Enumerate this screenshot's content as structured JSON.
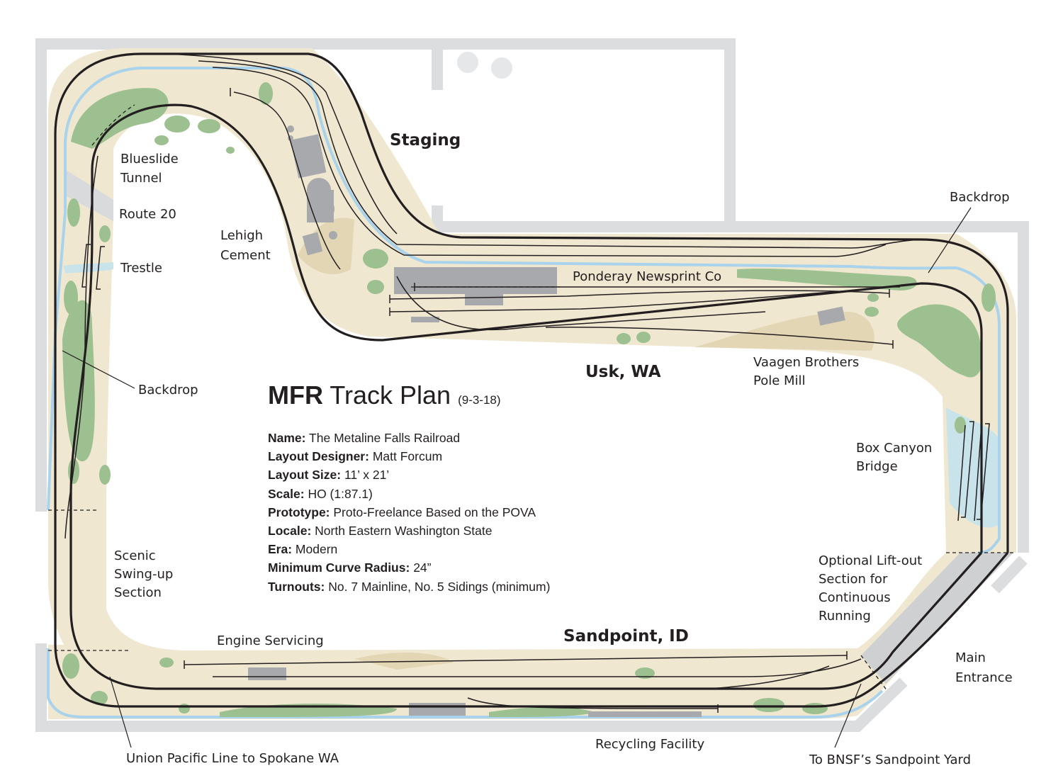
{
  "plan": {
    "title_bold": "MFR",
    "title_rest": "Track Plan",
    "date": "(9-3-18)",
    "details": [
      {
        "key": "Name:",
        "value": "The Metaline Falls Railroad"
      },
      {
        "key": "Layout Designer:",
        "value": "Matt Forcum"
      },
      {
        "key": "Layout Size:",
        "value": "11’ x 21’"
      },
      {
        "key": "Scale:",
        "value": "HO (1:87.1)"
      },
      {
        "key": "Prototype:",
        "value": "Proto-Freelance Based on the POVA"
      },
      {
        "key": "Locale:",
        "value": "North Eastern Washington State"
      },
      {
        "key": "Era:",
        "value": "Modern"
      },
      {
        "key": "Minimum Curve Radius:",
        "value": "24”"
      },
      {
        "key": "Turnouts:",
        "value": "No. 7 Mainline, No. 5 Sidings (minimum)"
      }
    ]
  },
  "labels": {
    "staging": "Staging",
    "usk": "Usk, WA",
    "sandpoint": "Sandpoint, ID",
    "blueslide_1": "Blueslide",
    "blueslide_2": "Tunnel",
    "route20": "Route 20",
    "trestle": "Trestle",
    "lehigh_1": "Lehigh",
    "lehigh_2": "Cement",
    "backdrop_left": "Backdrop",
    "backdrop_right": "Backdrop",
    "ponderay": "Ponderay Newsprint Co",
    "vaagen_1": "Vaagen Brothers",
    "vaagen_2": "Pole Mill",
    "boxcanyon_1": "Box Canyon",
    "boxcanyon_2": "Bridge",
    "liftout_1": "Optional Lift-out",
    "liftout_2": "Section for",
    "liftout_3": "Continuous",
    "liftout_4": "Running",
    "scenic_1": "Scenic",
    "scenic_2": "Swing-up",
    "scenic_3": "Section",
    "engine": "Engine Servicing",
    "main_entrance_1": "Main",
    "main_entrance_2": "Entrance",
    "union_pacific": "Union Pacific Line to Spokane WA",
    "recycling": "Recycling Facility",
    "bnsf": "To BNSF’s Sandpoint Yard"
  },
  "colors": {
    "benchwork": "#efe7cf",
    "backdrop": "#a9d3ec",
    "trees": "#9cc08f",
    "walls": "#e6e7e8",
    "buildings": "#a7a9ac",
    "water": "#c8e3ea",
    "track": "#231f20"
  }
}
